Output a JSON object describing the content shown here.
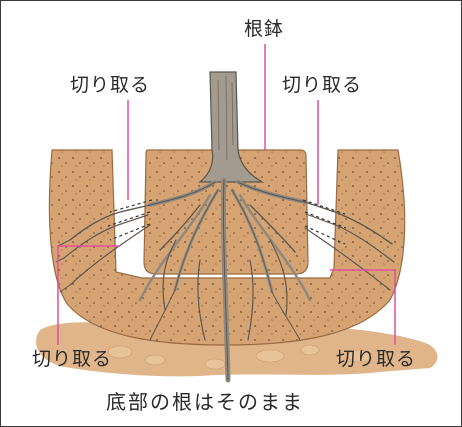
{
  "labels": {
    "root_ball": "根鉢",
    "cut_top_left": "切り取る",
    "cut_top_right": "切り取る",
    "cut_bottom_left": "切り取る",
    "cut_bottom_right": "切り取る"
  },
  "caption": "底部の根はそのまま",
  "colors": {
    "soil": "#d4a070",
    "soil_dark": "#c48a55",
    "trunk": "#9a9288",
    "root": "#8c8780",
    "leader_line": "#e0509a",
    "text": "#2a2a2a"
  }
}
